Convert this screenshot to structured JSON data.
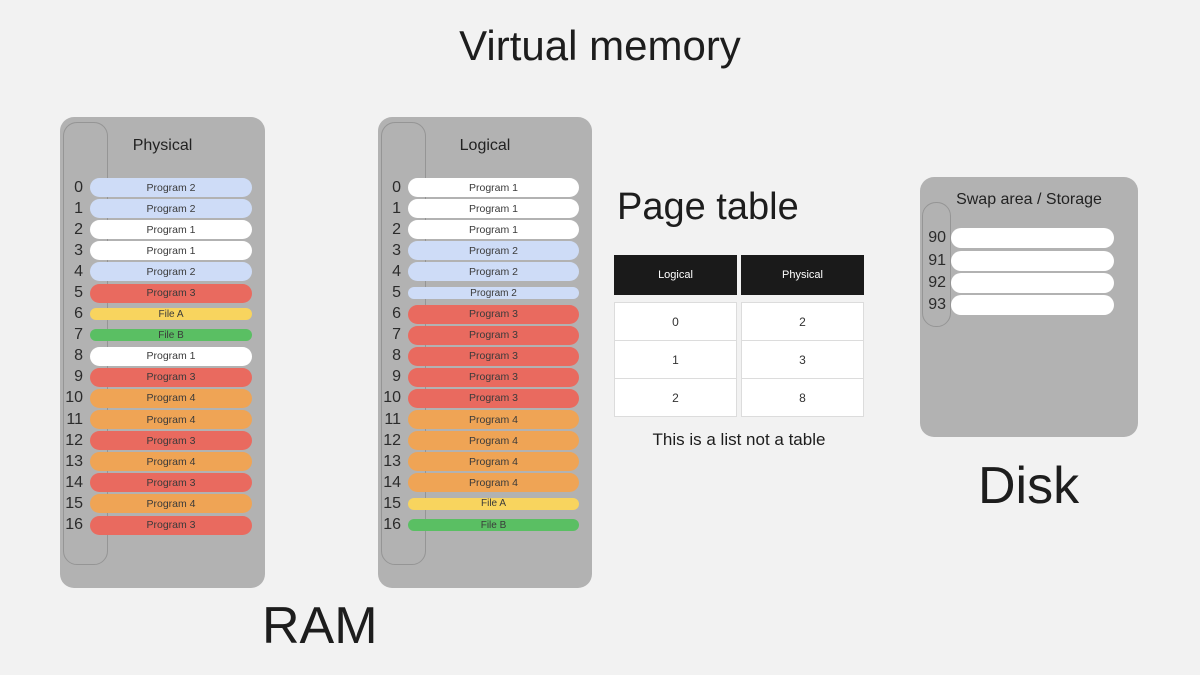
{
  "title": "Virtual memory",
  "colors": {
    "background": "#f2f2f2",
    "panel": "#b2b2b2",
    "strip_border": "#959595",
    "white": "#ffffff",
    "blue": "#cedcf7",
    "red": "#e96a5f",
    "orange": "#efa455",
    "yellow": "#f8d45e",
    "green": "#5abf63",
    "table_header_bg": "#1a1a1a",
    "table_header_text": "#ffffff"
  },
  "ram": {
    "label": "RAM",
    "physical": {
      "header": "Physical",
      "rows": [
        {
          "index": "0",
          "label": "Program 2",
          "color": "blue",
          "size": "normal"
        },
        {
          "index": "1",
          "label": "Program 2",
          "color": "blue",
          "size": "normal"
        },
        {
          "index": "2",
          "label": "Program 1",
          "color": "white",
          "size": "normal"
        },
        {
          "index": "3",
          "label": "Program 1",
          "color": "white",
          "size": "normal"
        },
        {
          "index": "4",
          "label": "Program 2",
          "color": "blue",
          "size": "normal"
        },
        {
          "index": "5",
          "label": "Program 3",
          "color": "red",
          "size": "normal"
        },
        {
          "index": "6",
          "label": "File A",
          "color": "yellow",
          "size": "thin"
        },
        {
          "index": "7",
          "label": "File B",
          "color": "green",
          "size": "thin"
        },
        {
          "index": "8",
          "label": "Program 1",
          "color": "white",
          "size": "normal"
        },
        {
          "index": "9",
          "label": "Program 3",
          "color": "red",
          "size": "normal"
        },
        {
          "index": "10",
          "label": "Program 4",
          "color": "orange",
          "size": "normal"
        },
        {
          "index": "11",
          "label": "Program 4",
          "color": "orange",
          "size": "normal"
        },
        {
          "index": "12",
          "label": "Program 3",
          "color": "red",
          "size": "normal"
        },
        {
          "index": "13",
          "label": "Program 4",
          "color": "orange",
          "size": "normal"
        },
        {
          "index": "14",
          "label": "Program 3",
          "color": "red",
          "size": "normal"
        },
        {
          "index": "15",
          "label": "Program 4",
          "color": "orange",
          "size": "normal"
        },
        {
          "index": "16",
          "label": "Program 3",
          "color": "red",
          "size": "normal"
        }
      ]
    },
    "logical": {
      "header": "Logical",
      "rows": [
        {
          "index": "0",
          "label": "Program 1",
          "color": "white",
          "size": "normal"
        },
        {
          "index": "1",
          "label": "Program 1",
          "color": "white",
          "size": "normal"
        },
        {
          "index": "2",
          "label": "Program 1",
          "color": "white",
          "size": "normal"
        },
        {
          "index": "3",
          "label": "Program 2",
          "color": "blue",
          "size": "normal"
        },
        {
          "index": "4",
          "label": "Program 2",
          "color": "blue",
          "size": "normal"
        },
        {
          "index": "5",
          "label": "Program 2",
          "color": "blue",
          "size": "thin"
        },
        {
          "index": "6",
          "label": "Program 3",
          "color": "red",
          "size": "normal"
        },
        {
          "index": "7",
          "label": "Program 3",
          "color": "red",
          "size": "normal"
        },
        {
          "index": "8",
          "label": "Program 3",
          "color": "red",
          "size": "normal"
        },
        {
          "index": "9",
          "label": "Program 3",
          "color": "red",
          "size": "normal"
        },
        {
          "index": "10",
          "label": "Program 3",
          "color": "red",
          "size": "normal"
        },
        {
          "index": "11",
          "label": "Program 4",
          "color": "orange",
          "size": "normal"
        },
        {
          "index": "12",
          "label": "Program 4",
          "color": "orange",
          "size": "normal"
        },
        {
          "index": "13",
          "label": "Program 4",
          "color": "orange",
          "size": "normal"
        },
        {
          "index": "14",
          "label": "Program 4",
          "color": "orange",
          "size": "normal"
        },
        {
          "index": "15",
          "label": "File A",
          "color": "yellow",
          "size": "thin"
        },
        {
          "index": "16",
          "label": "File B",
          "color": "green",
          "size": "thin"
        }
      ]
    }
  },
  "page_table": {
    "title": "Page table",
    "columns": [
      "Logical",
      "Physical"
    ],
    "rows": [
      [
        "0",
        "2"
      ],
      [
        "1",
        "3"
      ],
      [
        "2",
        "8"
      ]
    ],
    "caption": "This is a list not a table"
  },
  "disk": {
    "label": "Disk",
    "header": "Swap area / Storage",
    "slots": [
      "90",
      "91",
      "92",
      "93"
    ]
  }
}
